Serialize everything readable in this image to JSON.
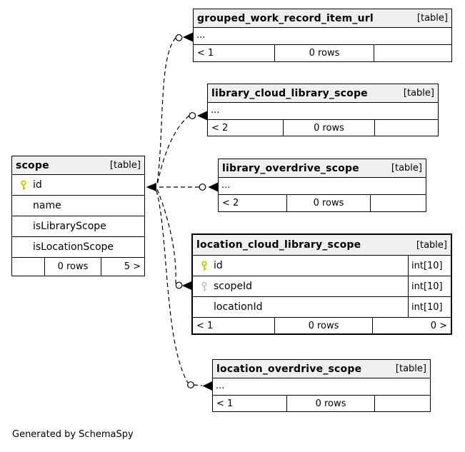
{
  "footer_note": "Generated by SchemaSpy",
  "colors": {
    "primary_key_icon": "#cccc00",
    "foreign_key_icon": "#c9c9c9",
    "header_background": "#f0f0f0",
    "border": "#000000",
    "background": "#ffffff"
  },
  "tables": [
    {
      "name": "grouped_work_record_item_url",
      "tag": "[table]",
      "ellipsis": "...",
      "footer": {
        "left": "< 1",
        "center": "0 rows",
        "right": ""
      }
    },
    {
      "name": "library_cloud_library_scope",
      "tag": "[table]",
      "ellipsis": "...",
      "footer": {
        "left": "< 2",
        "center": "0 rows",
        "right": ""
      }
    },
    {
      "name": "library_overdrive_scope",
      "tag": "[table]",
      "ellipsis": "...",
      "footer": {
        "left": "< 2",
        "center": "0 rows",
        "right": ""
      }
    },
    {
      "name": "scope",
      "tag": "[table]",
      "columns": [
        {
          "name": "id",
          "key": "primary"
        },
        {
          "name": "name",
          "key": ""
        },
        {
          "name": "isLibraryScope",
          "key": ""
        },
        {
          "name": "isLocationScope",
          "key": ""
        }
      ],
      "footer": {
        "left": "",
        "center": "0 rows",
        "right": "5 >"
      }
    },
    {
      "name": "location_cloud_library_scope",
      "tag": "[table]",
      "highlighted": true,
      "columns": [
        {
          "name": "id",
          "key": "primary",
          "type": "int[10]"
        },
        {
          "name": "scopeId",
          "key": "foreign",
          "type": "int[10]"
        },
        {
          "name": "locationId",
          "key": "",
          "type": "int[10]"
        }
      ],
      "footer": {
        "left": "< 1",
        "center": "0 rows",
        "right": "0 >"
      }
    },
    {
      "name": "location_overdrive_scope",
      "tag": "[table]",
      "ellipsis": "...",
      "footer": {
        "left": "< 1",
        "center": "0 rows",
        "right": ""
      }
    }
  ],
  "relationships": [
    {
      "from": "scope",
      "to": "grouped_work_record_item_url"
    },
    {
      "from": "scope",
      "to": "library_cloud_library_scope"
    },
    {
      "from": "scope",
      "to": "library_overdrive_scope"
    },
    {
      "from": "scope",
      "to": "location_cloud_library_scope"
    },
    {
      "from": "scope",
      "to": "location_overdrive_scope"
    }
  ]
}
